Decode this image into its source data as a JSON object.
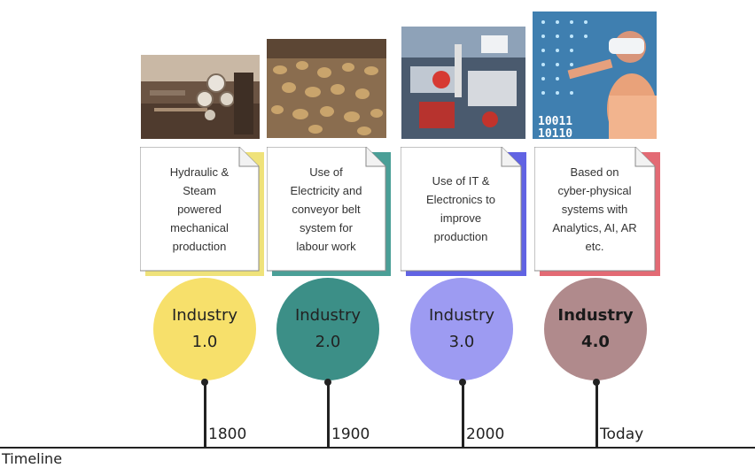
{
  "stages": [
    {
      "name": "Industry\n1.0",
      "description": "Hydraulic &\nSteam\npowered\nmechanical\nproduction",
      "year": "1800",
      "circle_color": "#f7e06b",
      "accent_color": "#efe27a",
      "bold": false
    },
    {
      "name": "Industry\n2.0",
      "description": "Use of\nElectricity and\nconveyor belt\nsystem for\nlabour work",
      "year": "1900",
      "circle_color": "#3c8f87",
      "accent_color": "#4a9f97",
      "bold": false
    },
    {
      "name": "Industry\n3.0",
      "description": "Use of IT &\nElectronics to\nimprove\nproduction",
      "year": "2000",
      "circle_color": "#9d9bf2",
      "accent_color": "#6163e3",
      "bold": false
    },
    {
      "name": "Industry\n4.0",
      "description": "Based on\ncyber-physical\nsystems with\nAnalytics, AI, AR\netc.",
      "year": "Today",
      "circle_color": "#b08a8c",
      "accent_color": "#e36a74",
      "bold": true
    }
  ],
  "axis_label": "Timeline"
}
